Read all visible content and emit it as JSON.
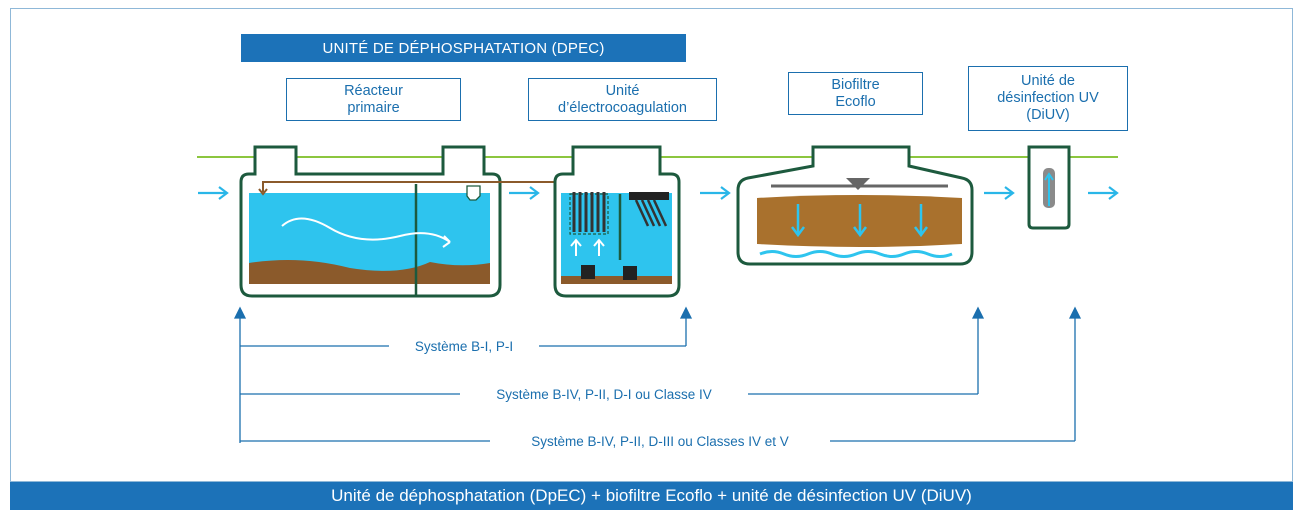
{
  "header": {
    "title": "UNITÉ DE DÉPHOSPHATATION (DPEC)"
  },
  "units": {
    "reacteur": "Réacteur\nprimaire",
    "electro": "Unité\nd’électrocoagulation",
    "biofiltre": "Biofiltre\nEcoflo",
    "uv": "Unité de\ndésinfection UV\n(DiUV)"
  },
  "systems": [
    "Système B-I, P-I",
    "Système B-IV, P-II, D-I ou Classe IV",
    "Système B-IV, P-II, D-III ou Classes IV et V"
  ],
  "footer": {
    "caption": "Unité de déphosphatation (DpEC) + biofiltre Ecoflo + unité de désinfection UV (DiUV)"
  },
  "colors": {
    "primary_blue": "#1c72b8",
    "tank_outline": "#1d5a3e",
    "water": "#2ec4ee",
    "ground_line": "#8cc63f",
    "sludge": "#8b5a2b",
    "flow_arrow": "#29b6e8"
  }
}
